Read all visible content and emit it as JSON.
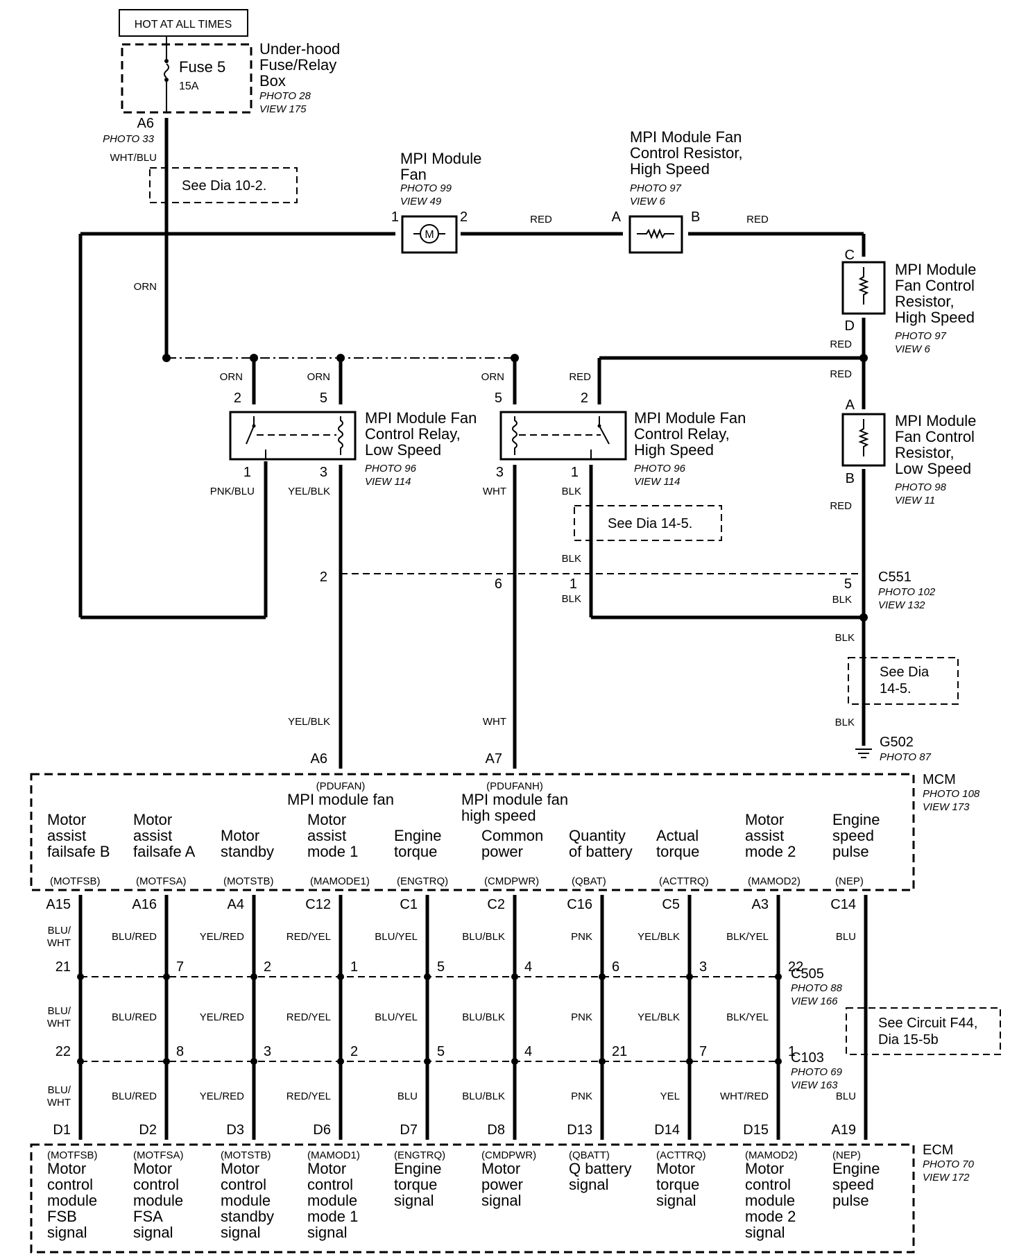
{
  "source": {
    "label": "HOT AT ALL TIMES"
  },
  "fusebox": {
    "fuse": "Fuse 5",
    "rating": "15A",
    "name": [
      "Under-hood",
      "Fuse/Relay",
      "Box"
    ],
    "photo": "PHOTO 28",
    "view": "VIEW 175",
    "pin": "A6",
    "pin_photo": "PHOTO 33",
    "wire": "WHT/BLU"
  },
  "see_refs": {
    "r1": "See Dia 10-2.",
    "r2": "See Dia 14-5.",
    "r3a": "See Dia",
    "r3b": "14-5.",
    "r4a": "See Circuit F44,",
    "r4b": "Dia 15-5b"
  },
  "fan": {
    "name": [
      "MPI Module",
      "Fan"
    ],
    "photo": "PHOTO 99",
    "view": "VIEW 49",
    "pin1": "1",
    "pin2": "2",
    "wire_out": "RED"
  },
  "res_hs1": {
    "name": [
      "MPI Module Fan",
      "Control Resistor,",
      "High Speed"
    ],
    "photo": "PHOTO 97",
    "view": "VIEW 6",
    "pin_a": "A",
    "pin_b": "B",
    "wire_out": "RED"
  },
  "res_hs2": {
    "name": [
      "MPI Module",
      "Fan Control",
      "Resistor,",
      "High Speed"
    ],
    "photo": "PHOTO 97",
    "view": "VIEW 6",
    "pin_c": "C",
    "pin_d": "D",
    "wire_d": "RED",
    "wire_d2": "RED"
  },
  "res_ls": {
    "name": [
      "MPI Module",
      "Fan Control",
      "Resistor,",
      "Low Speed"
    ],
    "photo": "PHOTO 98",
    "view": "VIEW 11",
    "pin_a": "A",
    "pin_b": "B",
    "wire_b": "RED"
  },
  "orn_labels": {
    "main": "ORN",
    "r1p2": "ORN",
    "r1p5": "ORN",
    "r2p5": "ORN",
    "r2p2": "RED"
  },
  "relay_low": {
    "name": [
      "MPI Module Fan",
      "Control Relay,",
      "Low Speed"
    ],
    "photo": "PHOTO 96",
    "view": "VIEW 114",
    "p2": "2",
    "p5": "5",
    "p1": "1",
    "p3": "3",
    "w1": "PNK/BLU",
    "w3": "YEL/BLK"
  },
  "relay_high": {
    "name": [
      "MPI Module Fan",
      "Control Relay,",
      "High Speed"
    ],
    "photo": "PHOTO 96",
    "view": "VIEW 114",
    "p5": "5",
    "p2": "2",
    "p3": "3",
    "p1": "1",
    "w3": "WHT",
    "w1": "BLK"
  },
  "c551": {
    "name": "C551",
    "photo": "PHOTO 102",
    "view": "VIEW 132",
    "pin_2": "2",
    "pin_6": "6",
    "pin_1": "1",
    "pin_5": "5",
    "blk1": "BLK",
    "blk_a": "BLK",
    "blk_b": "BLK",
    "blk_c": "BLK",
    "blk_d": "BLK"
  },
  "ground": {
    "name": "G502",
    "photo": "PHOTO 87"
  },
  "mcm_top": {
    "a6": "A6",
    "a7": "A7",
    "w_a6": "YEL/BLK",
    "w_a7": "WHT"
  },
  "mcm": {
    "name": "MCM",
    "photo": "PHOTO 108",
    "view": "VIEW 173",
    "fan1_code": "(PDUFAN)",
    "fan1": "MPI module fan",
    "fan2_code": "(PDUFANH)",
    "fan2a": "MPI module fan",
    "fan2b": "high speed",
    "cols": [
      {
        "lines": [
          "Motor",
          "assist",
          "failsafe B"
        ],
        "code": "(MOTFSB)"
      },
      {
        "lines": [
          "Motor",
          "assist",
          "failsafe A"
        ],
        "code": "(MOTFSA)"
      },
      {
        "lines": [
          "Motor",
          "standby"
        ],
        "code": "(MOTSTB)"
      },
      {
        "lines": [
          "Motor",
          "assist",
          "mode 1"
        ],
        "code": "(MAMODE1)"
      },
      {
        "lines": [
          "Engine",
          "torque"
        ],
        "code": "(ENGTRQ)"
      },
      {
        "lines": [
          "Common",
          "power"
        ],
        "code": "(CMDPWR)"
      },
      {
        "lines": [
          "Quantity",
          "of battery"
        ],
        "code": "(QBAT)"
      },
      {
        "lines": [
          "Actual",
          "torque"
        ],
        "code": "(ACTTRQ)"
      },
      {
        "lines": [
          "Motor",
          "assist",
          "mode 2"
        ],
        "code": "(MAMOD2)"
      },
      {
        "lines": [
          "Engine",
          "speed",
          "pulse"
        ],
        "code": "(NEP)"
      }
    ]
  },
  "c505": {
    "name": "C505",
    "photo": "PHOTO 88",
    "view": "VIEW 166"
  },
  "c103": {
    "name": "C103",
    "photo": "PHOTO 69",
    "view": "VIEW 163"
  },
  "wires": [
    {
      "mcm": "A15",
      "w1": [
        "BLU/",
        "WHT"
      ],
      "c505": "21",
      "w2": [
        "BLU/",
        "WHT"
      ],
      "c103": "22",
      "w3": [
        "BLU/",
        "WHT"
      ],
      "ecm": "D1"
    },
    {
      "mcm": "A16",
      "w1": [
        "BLU/RED"
      ],
      "c505": "7",
      "w2": [
        "BLU/RED"
      ],
      "c103": "8",
      "w3": [
        "BLU/RED"
      ],
      "ecm": "D2"
    },
    {
      "mcm": "A4",
      "w1": [
        "YEL/RED"
      ],
      "c505": "2",
      "w2": [
        "YEL/RED"
      ],
      "c103": "3",
      "w3": [
        "YEL/RED"
      ],
      "ecm": "D3"
    },
    {
      "mcm": "C12",
      "w1": [
        "RED/YEL"
      ],
      "c505": "1",
      "w2": [
        "RED/YEL"
      ],
      "c103": "2",
      "w3": [
        "RED/YEL"
      ],
      "ecm": "D6"
    },
    {
      "mcm": "C1",
      "w1": [
        "BLU/YEL"
      ],
      "c505": "5",
      "w2": [
        "BLU/YEL"
      ],
      "c103": "5",
      "w3": [
        "BLU"
      ],
      "ecm": "D7"
    },
    {
      "mcm": "C2",
      "w1": [
        "BLU/BLK"
      ],
      "c505": "4",
      "w2": [
        "BLU/BLK"
      ],
      "c103": "4",
      "w3": [
        "BLU/BLK"
      ],
      "ecm": "D8"
    },
    {
      "mcm": "C16",
      "w1": [
        "PNK"
      ],
      "c505": "6",
      "w2": [
        "PNK"
      ],
      "c103": "21",
      "w3": [
        "PNK"
      ],
      "ecm": "D13"
    },
    {
      "mcm": "C5",
      "w1": [
        "YEL/BLK"
      ],
      "c505": "3",
      "w2": [
        "YEL/BLK"
      ],
      "c103": "7",
      "w3": [
        "YEL"
      ],
      "ecm": "D14"
    },
    {
      "mcm": "A3",
      "w1": [
        "BLK/YEL"
      ],
      "c505": "22",
      "w2": [
        "BLK/YEL"
      ],
      "c103": "1",
      "w3": [
        "WHT/RED"
      ],
      "ecm": "D15"
    },
    {
      "mcm": "C14",
      "w1": [
        "BLU"
      ],
      "c505": "",
      "w2": [],
      "c103": "",
      "w3": [
        "BLU"
      ],
      "ecm": "A19"
    }
  ],
  "ecm": {
    "name": "ECM",
    "photo": "PHOTO 70",
    "view": "VIEW 172",
    "cols": [
      {
        "code": "(MOTFSB)",
        "lines": [
          "Motor",
          "control",
          "module",
          "FSB",
          "signal"
        ]
      },
      {
        "code": "(MOTFSA)",
        "lines": [
          "Motor",
          "control",
          "module",
          "FSA",
          "signal"
        ]
      },
      {
        "code": "(MOTSTB)",
        "lines": [
          "Motor",
          "control",
          "module",
          "standby",
          "signal"
        ]
      },
      {
        "code": "(MAMOD1)",
        "lines": [
          "Motor",
          "control",
          "module",
          "mode 1",
          "signal"
        ]
      },
      {
        "code": "(ENGTRQ)",
        "lines": [
          "Engine",
          "torque",
          "signal"
        ]
      },
      {
        "code": "(CMDPWR)",
        "lines": [
          "Motor",
          "power",
          "signal"
        ]
      },
      {
        "code": "(QBATT)",
        "lines": [
          "Q battery",
          "signal"
        ]
      },
      {
        "code": "(ACTTRQ)",
        "lines": [
          "Motor",
          "torque",
          "signal"
        ]
      },
      {
        "code": "(MAMOD2)",
        "lines": [
          "Motor",
          "control",
          "module",
          "mode 2",
          "signal"
        ]
      },
      {
        "code": "(NEP)",
        "lines": [
          "Engine",
          "speed",
          "pulse"
        ]
      }
    ]
  }
}
